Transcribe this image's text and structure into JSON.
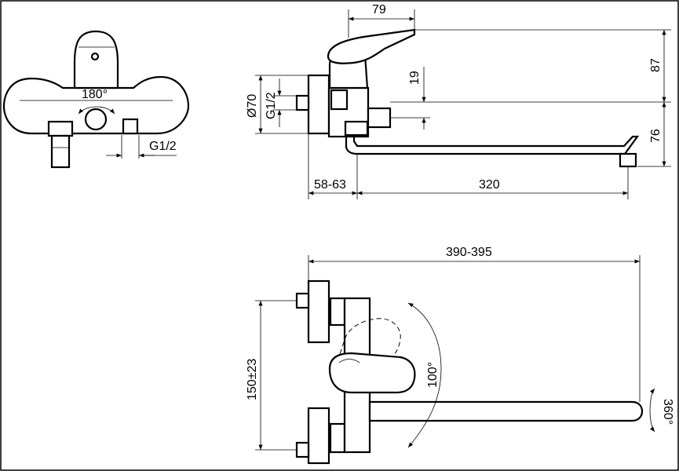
{
  "side_view": {
    "dim_79": "79",
    "dim_87": "87",
    "dim_19": "19",
    "dim_76": "76",
    "dim_diameter": "Ø70",
    "dim_thread": "G1/2",
    "dim_offset": "58-63",
    "dim_spout": "320"
  },
  "front_view": {
    "dim_angle": "180°",
    "dim_thread": "G1/2"
  },
  "top_view": {
    "dim_total": "390-395",
    "dim_centers": "150±23",
    "dim_lever_angle": "100°",
    "dim_swivel": "360°"
  }
}
